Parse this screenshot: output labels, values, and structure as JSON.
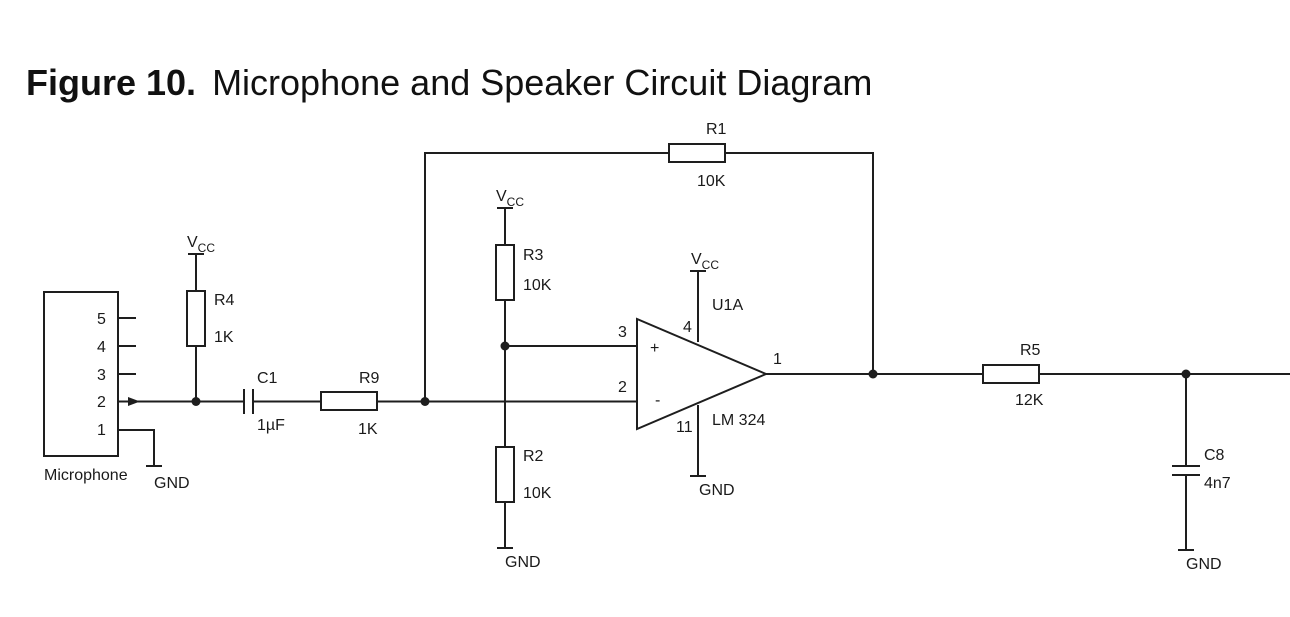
{
  "figure": {
    "number": "Figure 10.",
    "title": "Microphone and Speaker Circuit Diagram"
  },
  "components": {
    "microphone": {
      "name": "Microphone",
      "pins": [
        "5",
        "4",
        "3",
        "2",
        "1"
      ]
    },
    "R4": {
      "ref": "R4",
      "value": "1K"
    },
    "C1": {
      "ref": "C1",
      "value": "1µF"
    },
    "R9": {
      "ref": "R9",
      "value": "1K"
    },
    "R1": {
      "ref": "R1",
      "value": "10K"
    },
    "R3": {
      "ref": "R3",
      "value": "10K"
    },
    "R2": {
      "ref": "R2",
      "value": "10K"
    },
    "U1A": {
      "ref": "U1A",
      "part": "LM 324",
      "pin_noninv": "3",
      "pin_inv": "2",
      "pin_vcc": "4",
      "pin_gnd": "11",
      "pin_out": "1",
      "plus": "+",
      "minus": "-"
    },
    "R5": {
      "ref": "R5",
      "value": "12K"
    },
    "C8": {
      "ref": "C8",
      "value": "4n7"
    }
  },
  "power": {
    "vcc_main": "V",
    "vcc_sub": "CC",
    "gnd": "GND"
  }
}
